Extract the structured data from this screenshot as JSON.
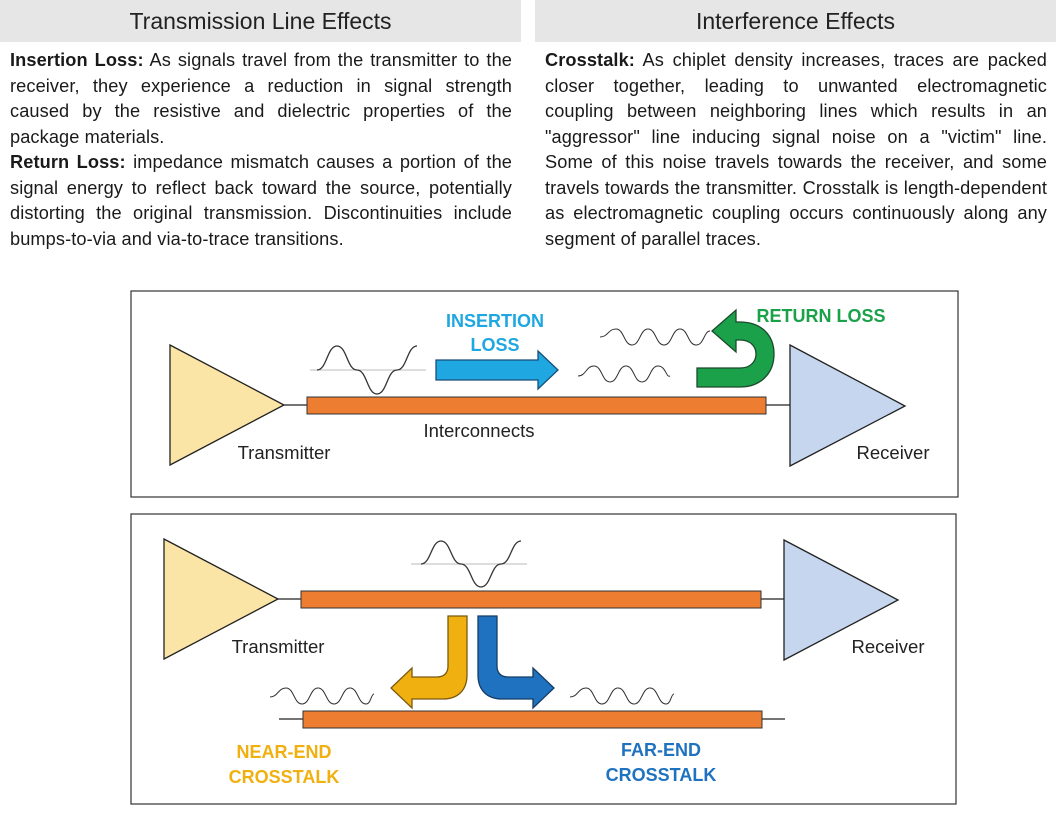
{
  "headers": {
    "left": "Transmission Line Effects",
    "right": "Interference Effects"
  },
  "left_text": {
    "insertion_term": "Insertion Loss:",
    "insertion_body": " As signals travel from the transmitter to the receiver, they experience a reduction in signal strength caused by the resistive and dielectric properties of the package materials.",
    "return_term": "Return Loss:",
    "return_body": " impedance mismatch causes a portion of the signal energy to reflect back toward the source, potentially distorting the original transmission. Discontinuities include bumps-to-via and via-to-trace transitions."
  },
  "right_text": {
    "crosstalk_term": "Crosstalk:",
    "crosstalk_body": " As chiplet density increases, traces are packed closer together, leading to unwanted electromagnetic coupling between neighboring lines which results in an \"aggressor\" line inducing  signal noise on a \"victim\" line. Some of this noise travels towards the receiver, and some travels towards the transmitter. Crosstalk is length-dependent as electromagnetic coupling occurs continuously along any segment of parallel traces."
  },
  "diagram1": {
    "transmitter": "Transmitter",
    "receiver": "Receiver",
    "interconnects": "Interconnects",
    "insertion_loss_1": "INSERTION",
    "insertion_loss_2": "LOSS",
    "return_loss": "RETURN LOSS"
  },
  "diagram2": {
    "transmitter": "Transmitter",
    "receiver": "Receiver",
    "near_end_1": "NEAR-END",
    "near_end_2": "CROSSTALK",
    "far_end_1": "FAR-END",
    "far_end_2": "CROSSTALK"
  },
  "colors": {
    "trace": "#ed7d31",
    "transmitter_fill": "#fbe5a6",
    "receiver_fill": "#c5d6ee",
    "insertion": "#1ea7e1",
    "return": "#1aa14a",
    "near_end": "#f0b010",
    "far_end": "#1f72bf"
  }
}
